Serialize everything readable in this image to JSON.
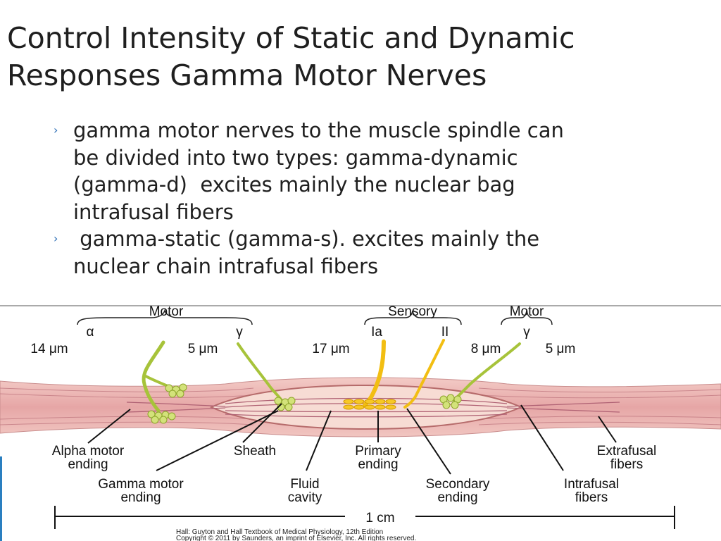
{
  "slide": {
    "title_lines": [
      "Control Intensity of Static and Dynamic",
      "Responses Gamma Motor Nerves"
    ],
    "bullets": [
      {
        "lines": [
          "gamma motor nerves to the muscle spindle can",
          "be divided into two types: gamma-dynamic",
          "(gamma-d)  excites mainly the nuclear bag",
          "intrafusal fibers"
        ]
      },
      {
        "lines": [
          " gamma-static (gamma-s). excites mainly the",
          "nuclear chain intrafusal fibers"
        ]
      }
    ],
    "bullet_marker": "›"
  },
  "figure": {
    "top_labels": {
      "motor_left": "Motor",
      "sensory": "Sensory",
      "motor_right": "Motor",
      "alpha": "α",
      "gamma_left": "γ",
      "ia": "Ia",
      "ii": "II",
      "gamma_right": "γ"
    },
    "sizes": [
      "14 μm",
      "5 μm",
      "17 μm",
      "8 μm",
      "5 μm"
    ],
    "callouts": {
      "alpha_motor_ending": [
        "Alpha motor",
        "ending"
      ],
      "gamma_motor_ending": [
        "Gamma motor",
        "ending"
      ],
      "sheath": [
        "Sheath"
      ],
      "fluid_cavity": [
        "Fluid",
        "cavity"
      ],
      "primary_ending": [
        "Primary",
        "ending"
      ],
      "secondary_ending": [
        "Secondary",
        "ending"
      ],
      "extrafusal_fibers": [
        "Extrafusal",
        "fibers"
      ],
      "intrafusal_fibers": [
        "Intrafusal",
        "fibers"
      ]
    },
    "scale_label": "1 cm",
    "credit_lines": [
      "Hall: Guyton and Hall Textbook of Medical Physiology, 12th Edition",
      "Copyright © 2011 by Saunders, an imprint of Elsevier, Inc. All rights reserved."
    ],
    "colors": {
      "muscle": "#e9b3b0",
      "muscle_stripe": "#b86a77",
      "motor_nerve": "#a7c33a",
      "sensory_nerve": "#f2be12",
      "accent": "#2a7fc0"
    }
  }
}
